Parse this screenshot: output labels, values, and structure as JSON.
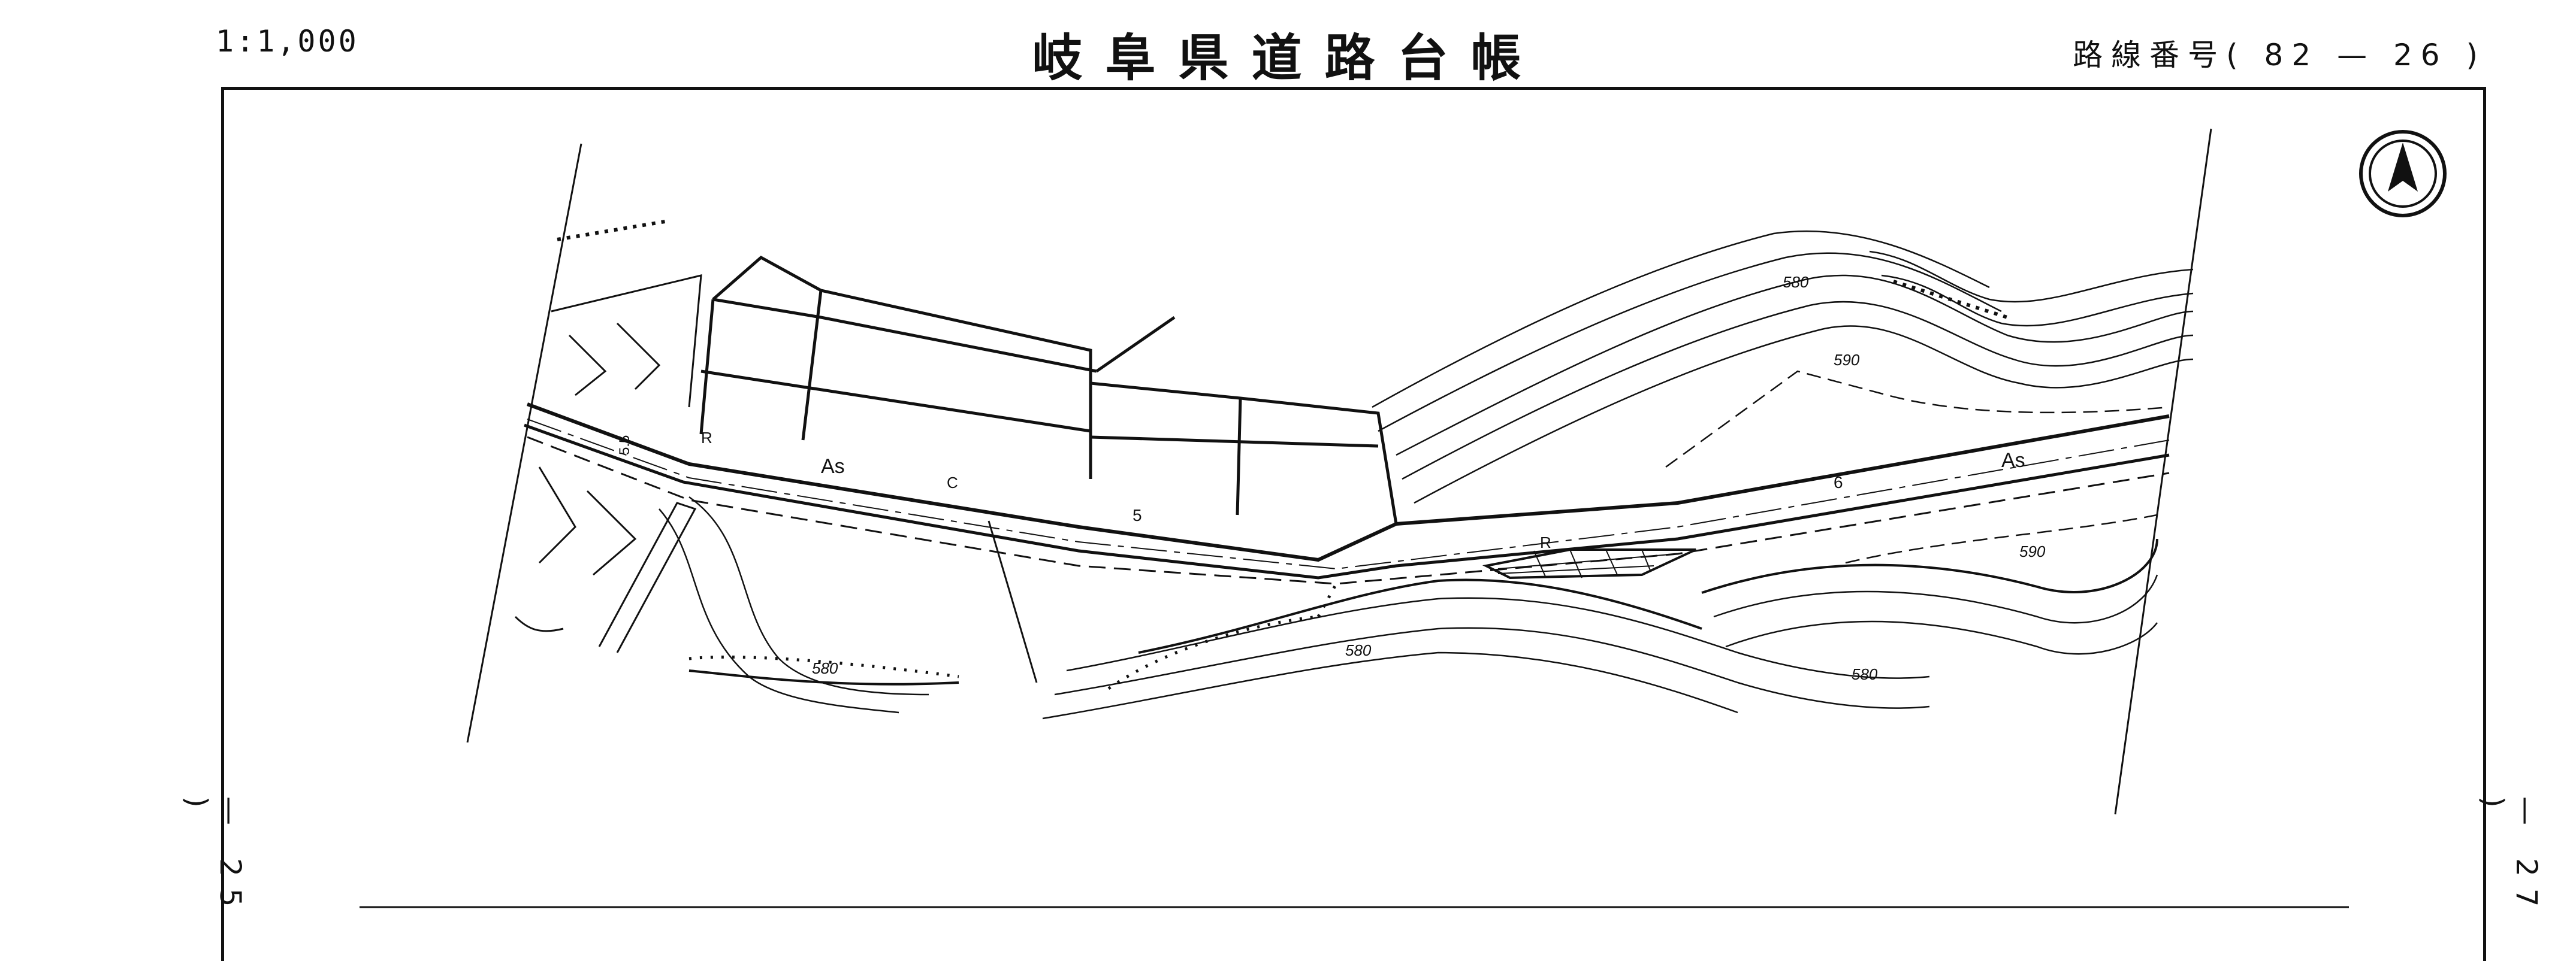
{
  "header": {
    "scale": "1:1,000",
    "title": "岐阜県道路台帳",
    "route_label": "路線番号",
    "route_number": "( 82 — 26 )"
  },
  "page_refs": {
    "left": "— 25 )",
    "right": "— 27 )"
  },
  "north_arrow": {
    "icon": "north-arrow-icon"
  },
  "map_labels": {
    "surface_left": "As",
    "surface_right": "As",
    "c_mark": "C",
    "r_mark_left": "R",
    "r_mark_mid": "R",
    "width_mid": "5",
    "width_right": "6",
    "width_left": "5.5",
    "contour_580_a": "580",
    "contour_590_a": "590",
    "contour_590_b": "590",
    "contour_580_b": "580",
    "contour_580_c": "580",
    "contour_580_d": "580"
  }
}
